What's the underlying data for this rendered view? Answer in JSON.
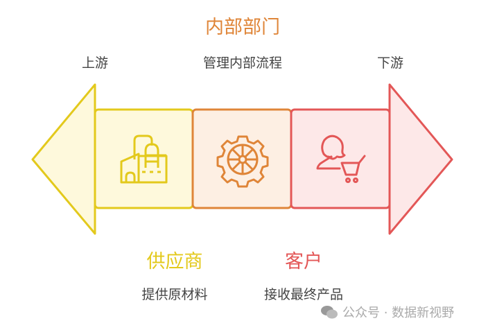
{
  "title": "内部部门",
  "upstream_label": "上游",
  "internal_desc": "管理内部流程",
  "downstream_label": "下游",
  "supplier": {
    "title": "供应商",
    "desc": "提供原材料"
  },
  "customer": {
    "title": "客户",
    "desc": "接收最终产品"
  },
  "watermark": "公众号 · 数据新视野",
  "colors": {
    "yellow": "#e3c91c",
    "yellow_fill": "#fef9dc",
    "orange": "#df8538",
    "orange_fill": "#fdefe3",
    "red": "#e35757",
    "red_fill": "#fde8e8"
  },
  "icons": [
    "factory-icon",
    "gear-icon",
    "customer-cart-icon"
  ]
}
